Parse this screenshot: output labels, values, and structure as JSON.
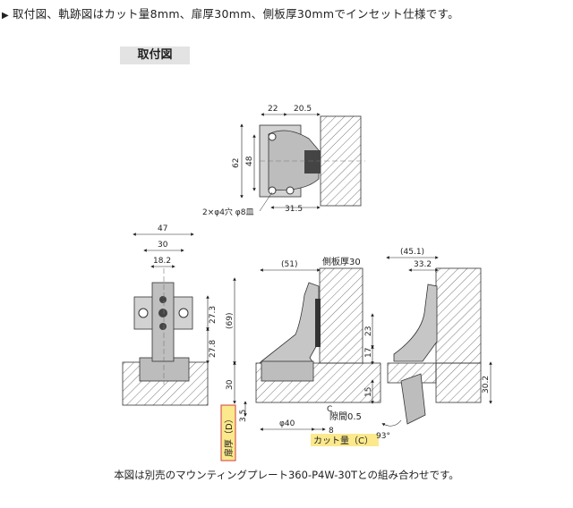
{
  "header": {
    "marker": "▶",
    "text": "取付図、軌跡図はカット量8mm、扉厚30mm、側板厚30mmでインセット仕様です。"
  },
  "section_tag": "取付図",
  "top_view": {
    "dims": {
      "d22": "22",
      "d20_5": "20.5",
      "d62": "62",
      "d48": "48",
      "d31_5": "31.5"
    },
    "hole_note": "2×φ4穴 φ8皿"
  },
  "front_view": {
    "dims": {
      "d47": "47",
      "d30": "30",
      "d18_2": "18.2",
      "d27_3": "27.3",
      "d27_8": "27.8"
    }
  },
  "side_view": {
    "side_plate_label": "側板厚30",
    "dims": {
      "d51": "(51)",
      "d69": "(69)",
      "d23": "23",
      "d17": "17",
      "d30": "30",
      "d15": "15",
      "d3_5": "3.5",
      "d40": "φ40",
      "d8": "8",
      "c": "C"
    },
    "gap_label": "隙間0.5",
    "door_thickness_label": "扉厚（D）",
    "cut_amount_label": "カット量（C）"
  },
  "swing_view": {
    "dims": {
      "d45_1": "(45.1)",
      "d33_2": "33.2",
      "d30_2": "30.2",
      "angle": "93°"
    }
  },
  "footer": "本図は別売のマウンティングプレート360-P4W-30Tとの組み合わせです。",
  "colors": {
    "part_fill": "#c8c8c8",
    "part_dark": "#555555",
    "label_box": "#fbe98c",
    "label_border_red": "#d43c3c",
    "tag_bg": "#e3e3e3"
  }
}
